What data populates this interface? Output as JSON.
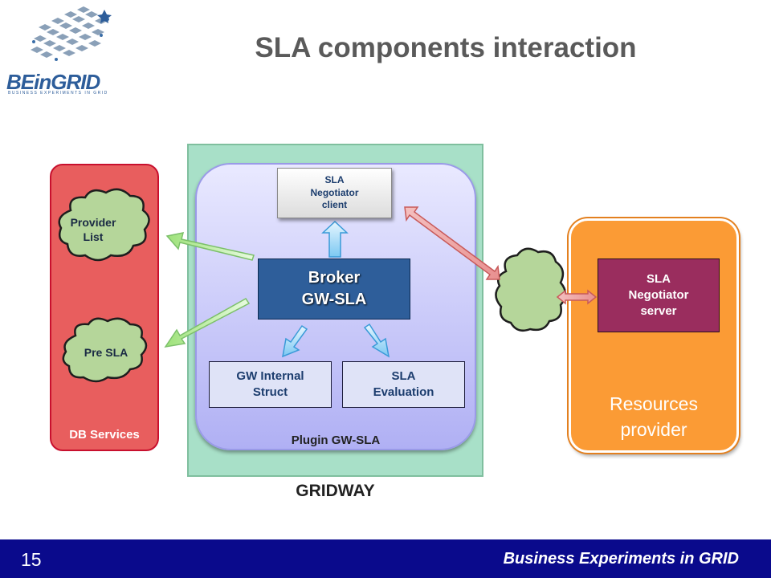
{
  "title": "SLA components interaction",
  "logo": {
    "name": "BEinGRID",
    "tagline": "BUSINESS EXPERIMENTS IN GRID"
  },
  "db_services": {
    "label": "DB Services",
    "clouds": [
      "Provider List",
      "Pre SLA"
    ]
  },
  "gridway": {
    "label": "GRIDWAY",
    "plugin_label": "Plugin  GW-SLA",
    "negotiator_client": [
      "SLA",
      "Negotiator",
      "client"
    ],
    "broker": [
      "Broker",
      "GW-SLA"
    ],
    "gw_internal": [
      "GW Internal",
      "Struct"
    ],
    "sla_evaluation": [
      "SLA",
      "Evaluation"
    ]
  },
  "resources": {
    "label": [
      "Resources",
      "provider"
    ],
    "negotiator_server": [
      "SLA",
      "Negotiator",
      "server"
    ]
  },
  "footer": {
    "page_number": "15",
    "text": "Business Experiments in GRID"
  },
  "colors": {
    "footer": "#0a0a8c",
    "db_panel": "#e85e5e",
    "gridway_panel": "#a8e0c8",
    "plugin_panel": "#b0b0f4",
    "broker": "#2e5e9a",
    "resources_panel": "#fb9b35",
    "negotiator_server": "#9a2d5e",
    "cloud": "#b5d69a"
  }
}
